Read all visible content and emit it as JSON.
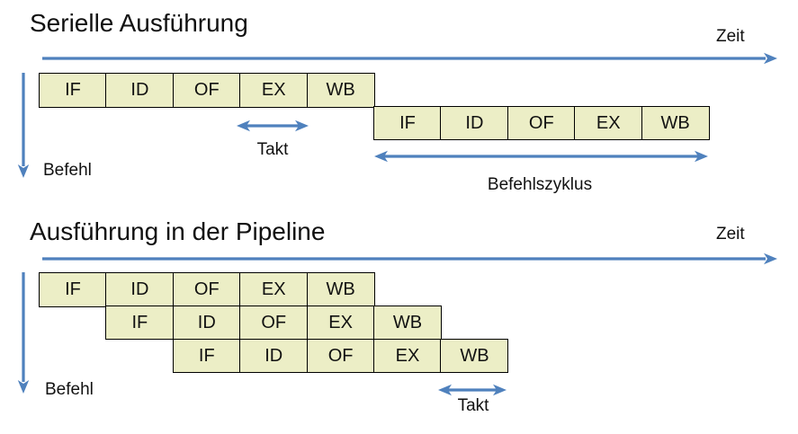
{
  "colors": {
    "accent": "#4f81bd",
    "cell_fill": "#eceec6",
    "cell_border": "#000000",
    "text": "#111111"
  },
  "serial": {
    "title": "Serielle Ausführung",
    "time_axis_label": "Zeit",
    "instruction_axis_label": "Befehl",
    "clock_label": "Takt",
    "cycle_label": "Befehlszyklus",
    "instructions": [
      [
        "IF",
        "ID",
        "OF",
        "EX",
        "WB"
      ],
      [
        "IF",
        "ID",
        "OF",
        "EX",
        "WB"
      ]
    ]
  },
  "pipeline": {
    "title": "Ausführung in der Pipeline",
    "time_axis_label": "Zeit",
    "instruction_axis_label": "Befehl",
    "clock_label": "Takt",
    "instructions": [
      [
        "IF",
        "ID",
        "OF",
        "EX",
        "WB"
      ],
      [
        "IF",
        "ID",
        "OF",
        "EX",
        "WB"
      ],
      [
        "IF",
        "ID",
        "OF",
        "EX",
        "WB"
      ]
    ]
  }
}
